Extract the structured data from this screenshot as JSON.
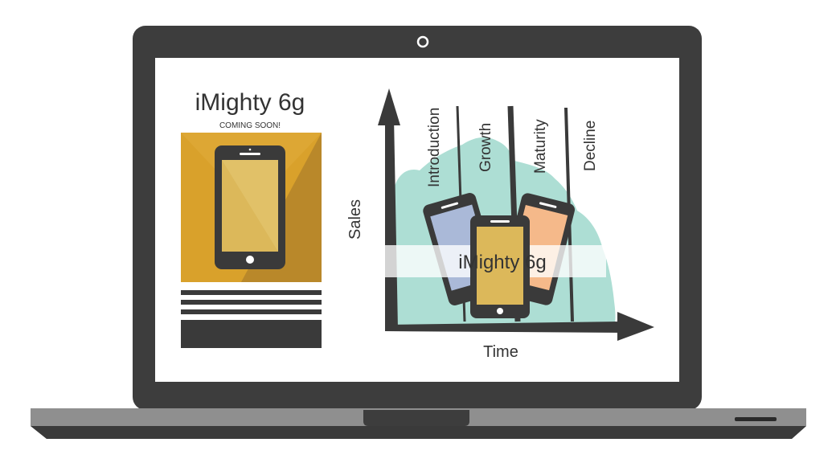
{
  "product": {
    "title": "iMighty 6g",
    "subtitle": "COMING SOON!"
  },
  "diagram": {
    "y_label": "Sales",
    "x_label": "Time",
    "stages": [
      "Introduction",
      "Growth",
      "Maturity",
      "Decline"
    ],
    "banner_label": "iMighty 6g"
  },
  "colors": {
    "laptop_body": "#3d3d3d",
    "laptop_base": "#8f8f8f",
    "screen": "#ffffff",
    "poster": "#d9a12b",
    "poster_dark": "#b5852a",
    "phone_screen": "#dcb85a",
    "curve_fill": "#9fd8cc",
    "phone_blue": "#aab9d8",
    "phone_orange": "#f5b98a"
  }
}
